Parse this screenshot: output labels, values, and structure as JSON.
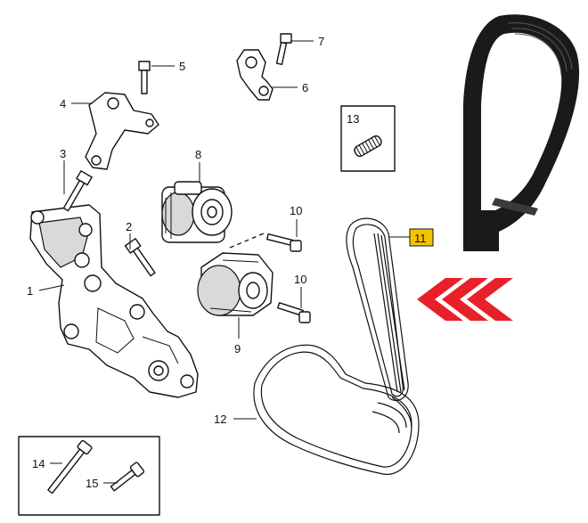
{
  "callouts": {
    "c1": "1",
    "c2": "2",
    "c3": "3",
    "c4": "4",
    "c5": "5",
    "c6": "6",
    "c7": "7",
    "c8": "8",
    "c9": "9",
    "c10a": "10",
    "c10b": "10",
    "c11": "11",
    "c12": "12",
    "c13": "13",
    "c14": "14",
    "c15": "15"
  },
  "colors": {
    "highlight_box": "#f5c400",
    "arrows": "#e8202a",
    "line": "#111111",
    "belt_photo": "#1a1a1a"
  },
  "icons": [
    "belt-photo",
    "red-chevron-arrows",
    "bracket-part",
    "tensioner-part",
    "bolt-part",
    "spring-pin-part",
    "serpentine-belt-part"
  ]
}
